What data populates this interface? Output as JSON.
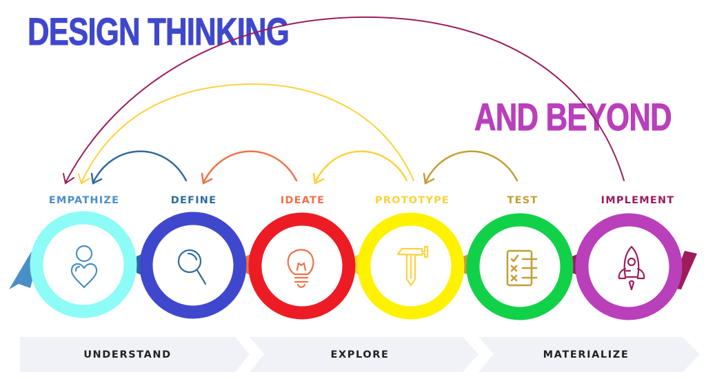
{
  "title": {
    "main": "DESIGN THINKING",
    "sub": "AND BEYOND",
    "main_color": "#3f48cc",
    "sub_color": "#b93fbb"
  },
  "stages": [
    {
      "label": "EMPATHIZE",
      "icon": "person-heart-icon",
      "ring_color": "#8dfcf6",
      "label_color": "#4a8ec8",
      "icon_color": "#4a8ec8"
    },
    {
      "label": "DEFINE",
      "icon": "magnifier-icon",
      "ring_color": "#3f48cc",
      "label_color": "#2f6a9e",
      "icon_color": "#2f6a9e"
    },
    {
      "label": "IDEATE",
      "icon": "lightbulb-icon",
      "ring_color": "#ed1c24",
      "label_color": "#f07148",
      "icon_color": "#f07148"
    },
    {
      "label": "PROTOTYPE",
      "icon": "hammer-pencil-icon",
      "ring_color": "#fff200",
      "label_color": "#fdd23a",
      "icon_color": "#fdd23a"
    },
    {
      "label": "TEST",
      "icon": "checklist-icon",
      "ring_color": "#11d149",
      "label_color": "#c39e32",
      "icon_color": "#c39e32"
    },
    {
      "label": "IMPLEMENT",
      "icon": "rocket-icon",
      "ring_color": "#b93fbb",
      "label_color": "#9c1c5c",
      "icon_color": "#9c1c5c"
    }
  ],
  "feedback_arrows": [
    {
      "from": "DEFINE",
      "to": "EMPATHIZE",
      "color": "#2f6a9e"
    },
    {
      "from": "IDEATE",
      "to": "DEFINE",
      "color": "#f07148"
    },
    {
      "from": "PROTOTYPE",
      "to": "IDEATE",
      "color": "#fdd23a"
    },
    {
      "from": "TEST",
      "to": "PROTOTYPE",
      "color": "#c39e32"
    },
    {
      "from": "PROTOTYPE",
      "to": "EMPATHIZE",
      "color": "#fdd23a"
    },
    {
      "from": "IMPLEMENT",
      "to": "EMPATHIZE",
      "color": "#9c1c5c"
    }
  ],
  "phases": [
    {
      "label": "UNDERSTAND"
    },
    {
      "label": "EXPLORE"
    },
    {
      "label": "MATERIALIZE"
    }
  ],
  "phase_bg": "#f1f2f8"
}
